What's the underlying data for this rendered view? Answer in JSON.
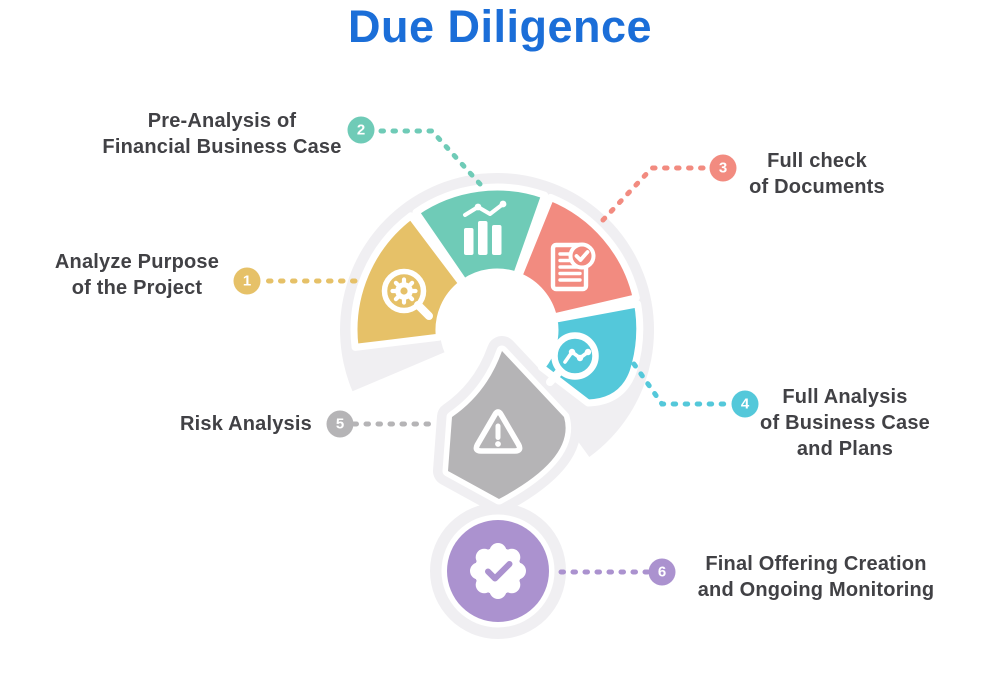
{
  "title": {
    "text": "Due Diligence",
    "color": "#1b6ed8"
  },
  "canvas": {
    "background": "#ffffff",
    "question_mark_color": "#f0eff2",
    "text_color": "#414145"
  },
  "steps": [
    {
      "number": "1",
      "color": "#e6c168",
      "icon": "magnifier-gear-icon",
      "label_lines": [
        "Analyze Purpose",
        "of the Project"
      ]
    },
    {
      "number": "2",
      "color": "#6fcbb7",
      "icon": "bar-chart-trend-icon",
      "label_lines": [
        "Pre-Analysis of",
        "Financial Business Case"
      ]
    },
    {
      "number": "3",
      "color": "#f28b80",
      "icon": "document-check-icon",
      "label_lines": [
        "Full check",
        "of Documents"
      ]
    },
    {
      "number": "4",
      "color": "#54c8da",
      "icon": "magnifier-chart-icon",
      "label_lines": [
        "Full Analysis",
        "of Business Case",
        "and Plans"
      ]
    },
    {
      "number": "5",
      "color": "#b5b4b6",
      "icon": "warning-triangle-icon",
      "label_lines": [
        "Risk Analysis"
      ]
    },
    {
      "number": "6",
      "color": "#ab92cf",
      "icon": "rosette-check-icon",
      "label_lines": [
        "Final Offering Creation",
        "and Ongoing Monitoring"
      ]
    }
  ]
}
